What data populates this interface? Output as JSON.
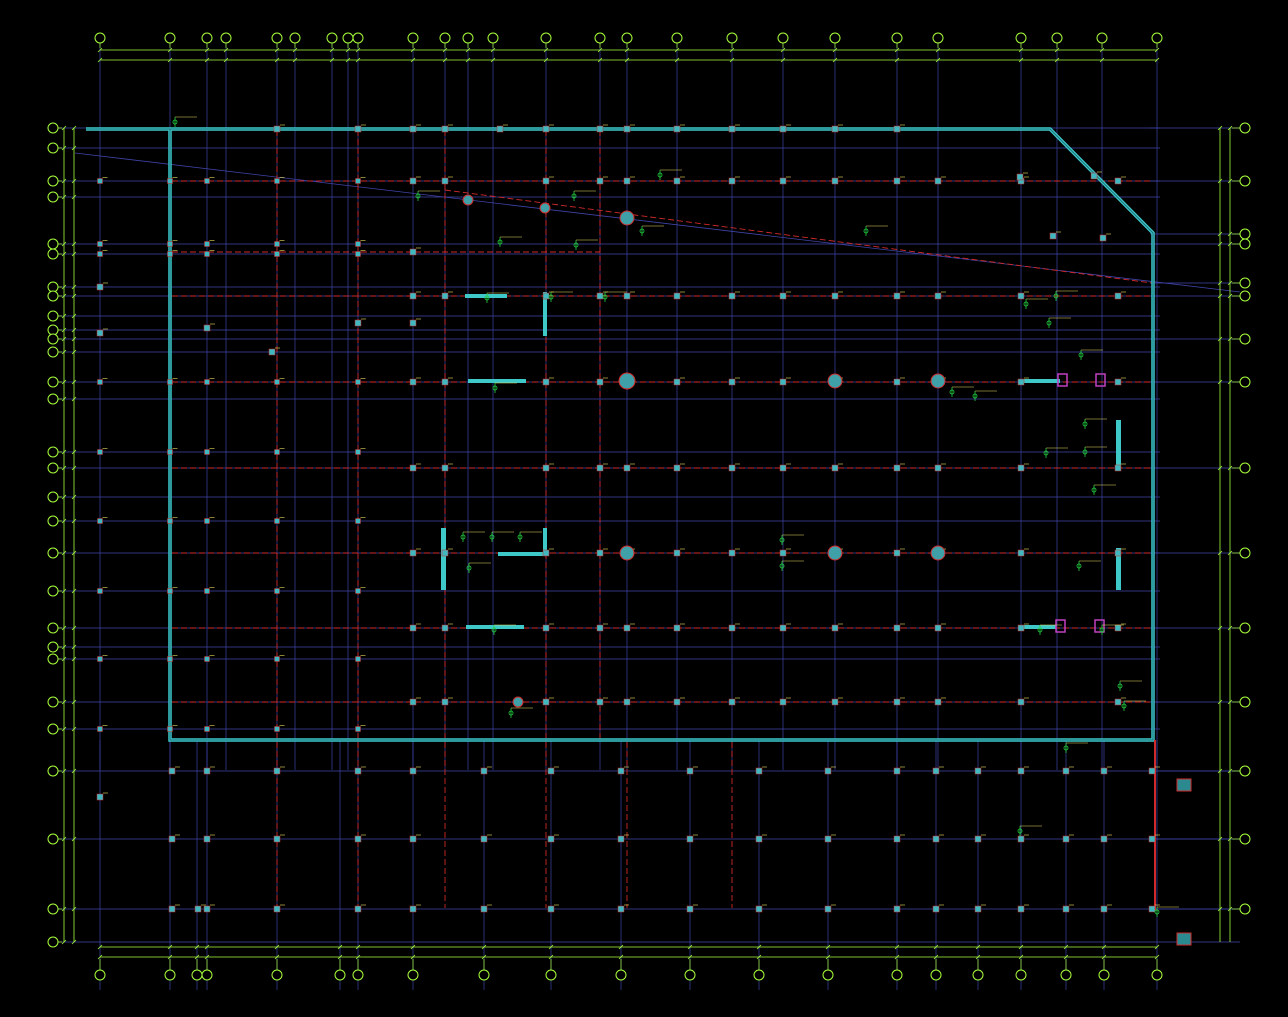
{
  "drawing": {
    "background": "#000000",
    "colors": {
      "grid_line": "#3f44a8",
      "axis_bubble": "#a8ff3c",
      "dimension": "#a8ff3c",
      "dimension_text": "#e8e060",
      "wall": "#3fc8c8",
      "beam_dash": "#d02a2a",
      "column": "#3fb8c0",
      "annotation": "#22d040",
      "highlight": "#c040c0"
    },
    "icons": [
      "axis-bubble",
      "column-square",
      "column-circle",
      "shear-wall",
      "annotation-tag"
    ]
  }
}
